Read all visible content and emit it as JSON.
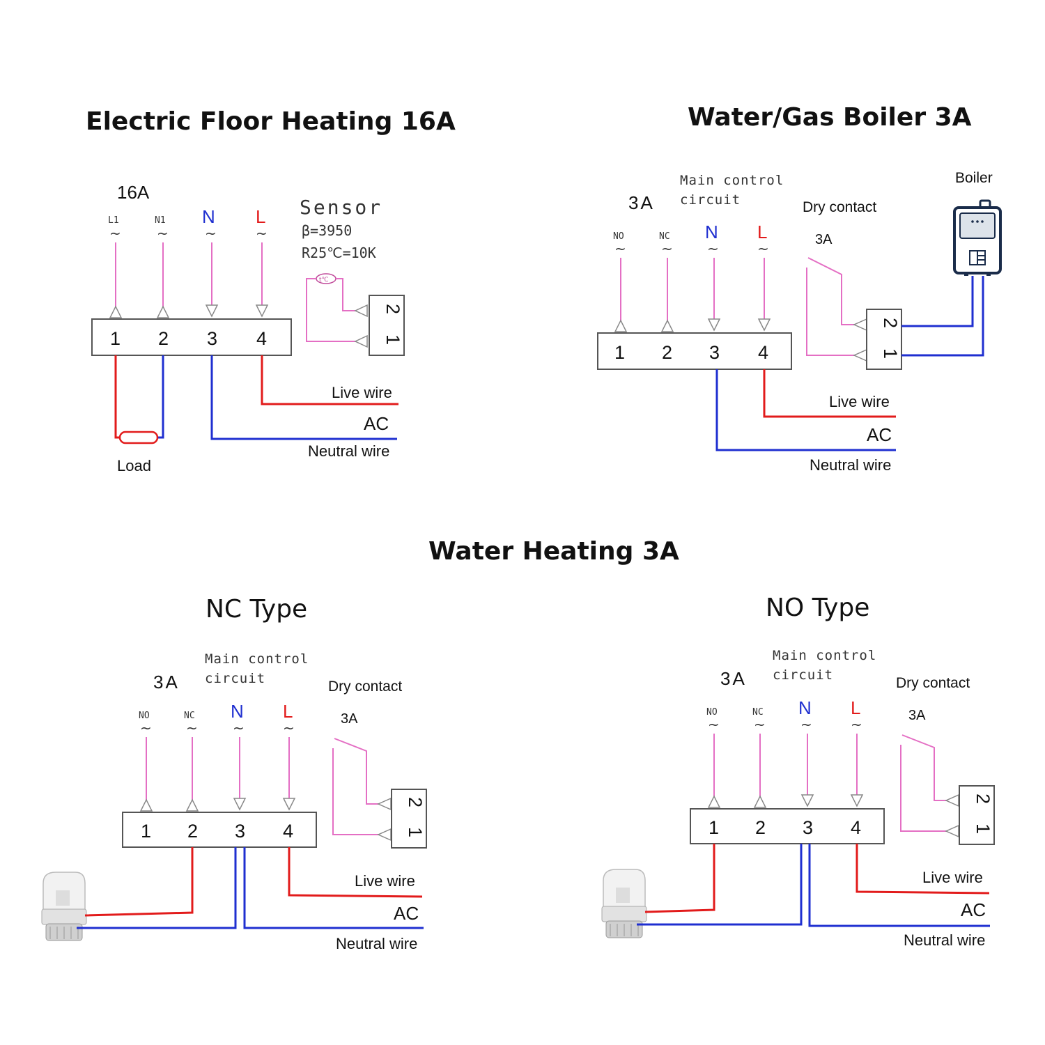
{
  "floor": {
    "title": "Electric Floor Heating 16A",
    "rating": "16A",
    "terminals": [
      "L1",
      "N1",
      "N",
      "L"
    ],
    "tilde": "~",
    "numbers": [
      "1",
      "2",
      "3",
      "4"
    ],
    "sensor_label": "Sensor",
    "sensor_beta": "β=3950",
    "sensor_r25": "R25℃=10K",
    "sensor_box": [
      "2",
      "1"
    ],
    "live": "Live wire",
    "ac": "AC",
    "neutral": "Neutral wire",
    "load": "Load"
  },
  "boiler": {
    "title": "Water/Gas Boiler 3A",
    "rating": "3A",
    "main_control": "Main control",
    "circuit": "circuit",
    "terminals": [
      "NO",
      "NC",
      "N",
      "L"
    ],
    "numbers": [
      "1",
      "2",
      "3",
      "4"
    ],
    "dry_contact": "Dry contact",
    "dry_rating": "3A",
    "boiler_label": "Boiler",
    "dc_box": [
      "2",
      "1"
    ],
    "live": "Live wire",
    "ac": "AC",
    "neutral": "Neutral wire"
  },
  "water": {
    "title": "Water Heating 3A",
    "nc": {
      "title": "NC Type",
      "rating": "3A",
      "main_control": "Main control",
      "circuit": "circuit",
      "terminals": [
        "NO",
        "NC",
        "N",
        "L"
      ],
      "numbers": [
        "1",
        "2",
        "3",
        "4"
      ],
      "dry_contact": "Dry contact",
      "dry_rating": "3A",
      "dc_box": [
        "2",
        "1"
      ],
      "live": "Live wire",
      "ac": "AC",
      "neutral": "Neutral wire"
    },
    "no": {
      "title": "NO Type",
      "rating": "3A",
      "main_control": "Main control",
      "circuit": "circuit",
      "terminals": [
        "NO",
        "NC",
        "N",
        "L"
      ],
      "numbers": [
        "1",
        "2",
        "3",
        "4"
      ],
      "dry_contact": "Dry contact",
      "dry_rating": "3A",
      "dc_box": [
        "2",
        "1"
      ],
      "live": "Live wire",
      "ac": "AC",
      "neutral": "Neutral wire"
    }
  },
  "colors": {
    "live": "#e21b1b",
    "neutral": "#1f2fd0",
    "control": "#e46fc4",
    "n_letter": "#1f2fd0",
    "l_letter": "#e21b1b"
  },
  "icons": [
    "thermistor-icon",
    "boiler-icon",
    "actuator-icon"
  ]
}
